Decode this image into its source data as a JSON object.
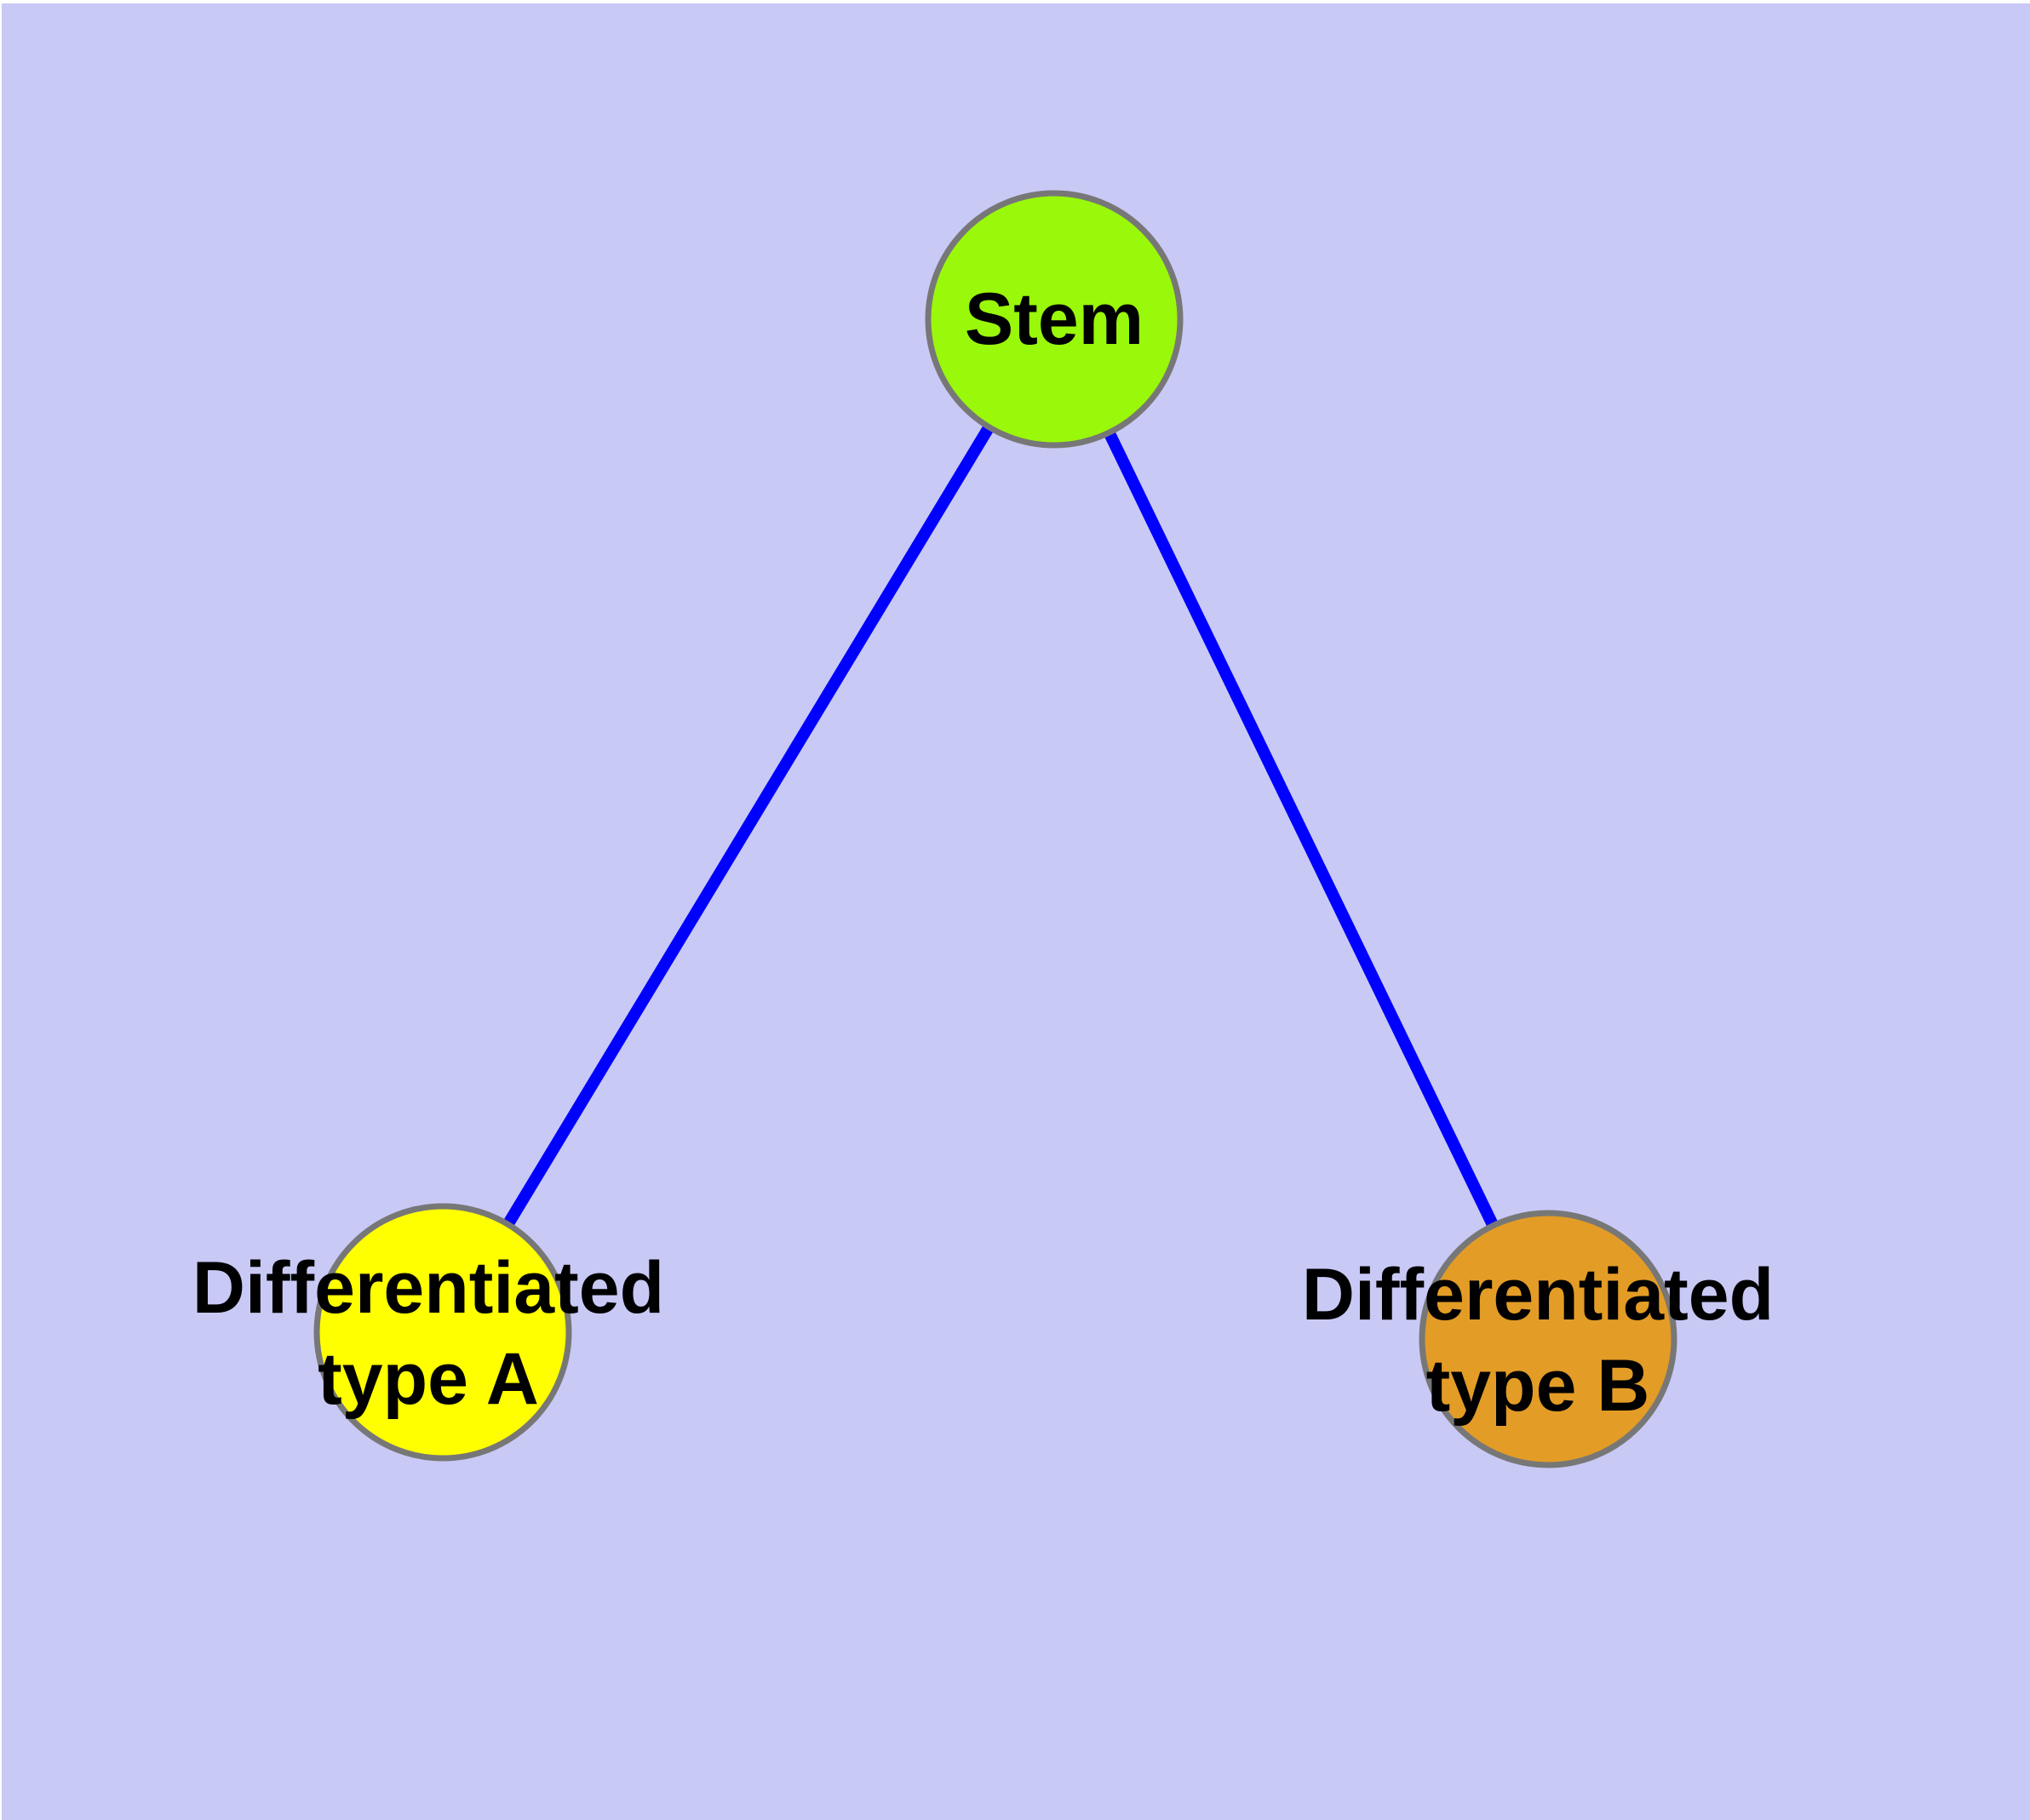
{
  "diagram": {
    "type": "graph",
    "background_color": "#c9c9f6",
    "node_border_color": "#777777",
    "edge_color": "#0000ff",
    "label_color": "#000000",
    "nodes": [
      {
        "id": "stem",
        "label_lines": [
          "Stem"
        ],
        "color": "#9af80a"
      },
      {
        "id": "differentiated-type-a",
        "label_lines": [
          "Differentiated",
          "type A"
        ],
        "color": "#ffff00"
      },
      {
        "id": "differentiated-type-b",
        "label_lines": [
          "Differentiated",
          "type B"
        ],
        "color": "#e39c26"
      }
    ],
    "edges": [
      {
        "from": "stem",
        "to": "differentiated-type-a",
        "color": "#0000ff"
      },
      {
        "from": "stem",
        "to": "differentiated-type-b",
        "color": "#0000ff"
      }
    ]
  }
}
